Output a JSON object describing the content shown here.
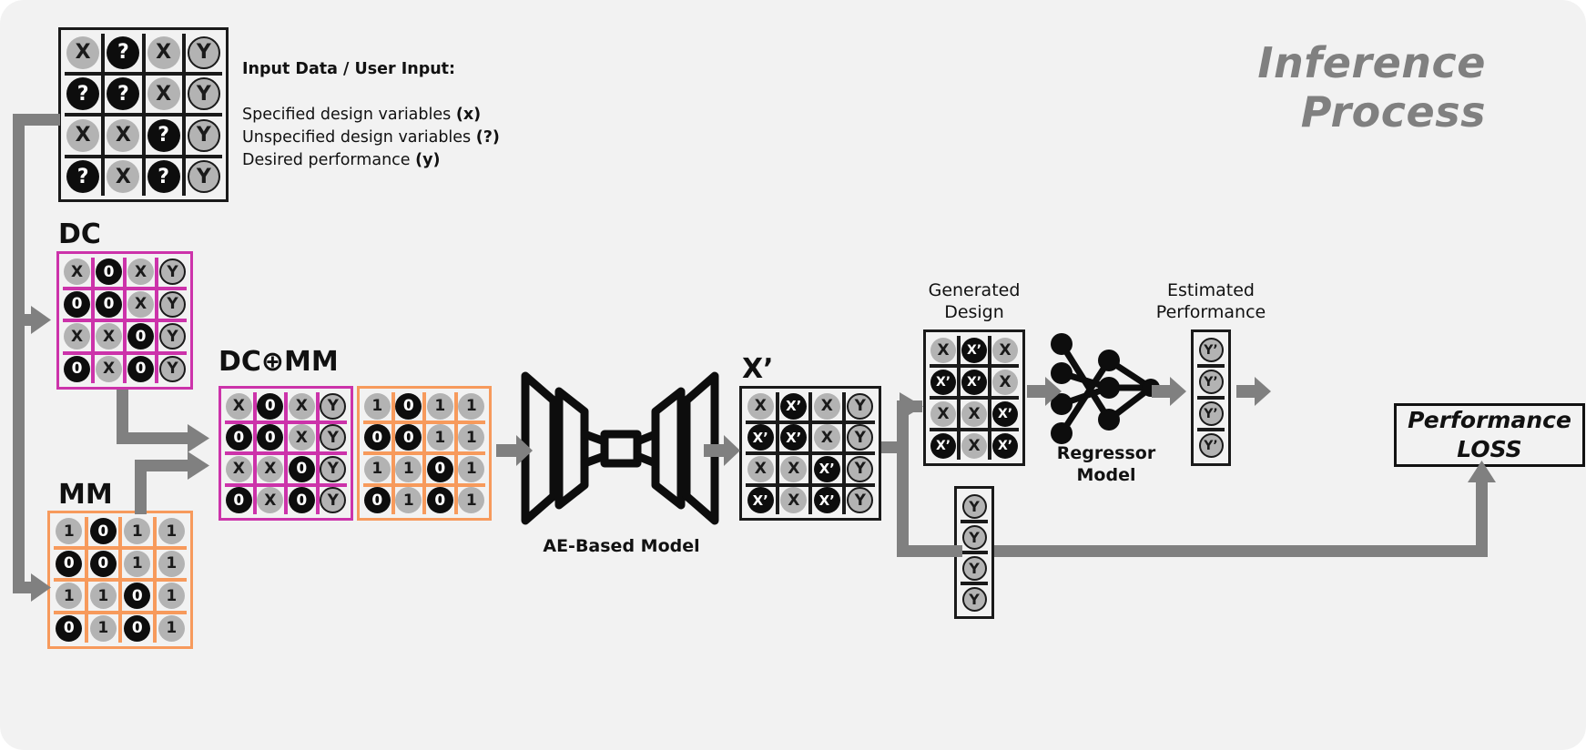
{
  "title": {
    "line1": "Inference",
    "line2": "Process"
  },
  "info": {
    "heading": "Input Data / User Input:",
    "lines": [
      {
        "text": "Specified design variables ",
        "emph": "(x)"
      },
      {
        "text": "Unspecified design variables ",
        "emph": "(?)"
      },
      {
        "text": "Desired performance ",
        "emph": "(y)"
      }
    ]
  },
  "labels": {
    "dc": "DC",
    "mm": "MM",
    "dcmm": "DC⊕MM",
    "xprime": "X’",
    "ae_model": "AE-Based Model",
    "generated_design_l1": "Generated",
    "generated_design_l2": "Design",
    "regressor_l1": "Regressor",
    "regressor_l2": "Model",
    "estimated_perf_l1": "Estimated",
    "estimated_perf_l2": "Performance",
    "loss_l1": "Performance",
    "loss_l2": "LOSS"
  },
  "colors": {
    "background": "#f2f2f2",
    "dc_border": "#cc33aa",
    "mm_border": "#f79a5c",
    "arrow_gray": "#808080",
    "token_gray": "#b3b3b3",
    "token_black": "#0d0d0d",
    "dark": "#111111",
    "title_gray": "#808080"
  },
  "matrices": {
    "input": {
      "border": "#1a1a1a",
      "grid": "#1a1a1a",
      "rows": [
        [
          {
            "t": "X",
            "s": "gray"
          },
          {
            "t": "?",
            "s": "black"
          },
          {
            "t": "X",
            "s": "gray"
          },
          {
            "t": "Y",
            "s": "ycirc"
          }
        ],
        [
          {
            "t": "?",
            "s": "black"
          },
          {
            "t": "?",
            "s": "black"
          },
          {
            "t": "X",
            "s": "gray"
          },
          {
            "t": "Y",
            "s": "ycirc"
          }
        ],
        [
          {
            "t": "X",
            "s": "gray"
          },
          {
            "t": "X",
            "s": "gray"
          },
          {
            "t": "?",
            "s": "black"
          },
          {
            "t": "Y",
            "s": "ycirc"
          }
        ],
        [
          {
            "t": "?",
            "s": "black"
          },
          {
            "t": "X",
            "s": "gray"
          },
          {
            "t": "?",
            "s": "black"
          },
          {
            "t": "Y",
            "s": "ycirc"
          }
        ]
      ]
    },
    "dc": {
      "border": "#cc33aa",
      "grid": "#cc33aa",
      "rows": [
        [
          {
            "t": "X",
            "s": "gray"
          },
          {
            "t": "0",
            "s": "black"
          },
          {
            "t": "X",
            "s": "gray"
          },
          {
            "t": "Y",
            "s": "ycirc"
          }
        ],
        [
          {
            "t": "0",
            "s": "black"
          },
          {
            "t": "0",
            "s": "black"
          },
          {
            "t": "X",
            "s": "gray"
          },
          {
            "t": "Y",
            "s": "ycirc"
          }
        ],
        [
          {
            "t": "X",
            "s": "gray"
          },
          {
            "t": "X",
            "s": "gray"
          },
          {
            "t": "0",
            "s": "black"
          },
          {
            "t": "Y",
            "s": "ycirc"
          }
        ],
        [
          {
            "t": "0",
            "s": "black"
          },
          {
            "t": "X",
            "s": "gray"
          },
          {
            "t": "0",
            "s": "black"
          },
          {
            "t": "Y",
            "s": "ycirc"
          }
        ]
      ]
    },
    "mm": {
      "border": "#f79a5c",
      "grid": "#f79a5c",
      "rows": [
        [
          {
            "t": "1",
            "s": "gray"
          },
          {
            "t": "0",
            "s": "black"
          },
          {
            "t": "1",
            "s": "gray"
          },
          {
            "t": "1",
            "s": "gray"
          }
        ],
        [
          {
            "t": "0",
            "s": "black"
          },
          {
            "t": "0",
            "s": "black"
          },
          {
            "t": "1",
            "s": "gray"
          },
          {
            "t": "1",
            "s": "gray"
          }
        ],
        [
          {
            "t": "1",
            "s": "gray"
          },
          {
            "t": "1",
            "s": "gray"
          },
          {
            "t": "0",
            "s": "black"
          },
          {
            "t": "1",
            "s": "gray"
          }
        ],
        [
          {
            "t": "0",
            "s": "black"
          },
          {
            "t": "1",
            "s": "gray"
          },
          {
            "t": "0",
            "s": "black"
          },
          {
            "t": "1",
            "s": "gray"
          }
        ]
      ]
    },
    "dcmm_left": {
      "border": "#cc33aa",
      "grid": "#cc33aa",
      "rows": [
        [
          {
            "t": "X",
            "s": "gray"
          },
          {
            "t": "0",
            "s": "black"
          },
          {
            "t": "X",
            "s": "gray"
          },
          {
            "t": "Y",
            "s": "ycirc"
          }
        ],
        [
          {
            "t": "0",
            "s": "black"
          },
          {
            "t": "0",
            "s": "black"
          },
          {
            "t": "X",
            "s": "gray"
          },
          {
            "t": "Y",
            "s": "ycirc"
          }
        ],
        [
          {
            "t": "X",
            "s": "gray"
          },
          {
            "t": "X",
            "s": "gray"
          },
          {
            "t": "0",
            "s": "black"
          },
          {
            "t": "Y",
            "s": "ycirc"
          }
        ],
        [
          {
            "t": "0",
            "s": "black"
          },
          {
            "t": "X",
            "s": "gray"
          },
          {
            "t": "0",
            "s": "black"
          },
          {
            "t": "Y",
            "s": "ycirc"
          }
        ]
      ]
    },
    "dcmm_right": {
      "border": "#f79a5c",
      "grid": "#f79a5c",
      "rows": [
        [
          {
            "t": "1",
            "s": "gray"
          },
          {
            "t": "0",
            "s": "black"
          },
          {
            "t": "1",
            "s": "gray"
          },
          {
            "t": "1",
            "s": "gray"
          }
        ],
        [
          {
            "t": "0",
            "s": "black"
          },
          {
            "t": "0",
            "s": "black"
          },
          {
            "t": "1",
            "s": "gray"
          },
          {
            "t": "1",
            "s": "gray"
          }
        ],
        [
          {
            "t": "1",
            "s": "gray"
          },
          {
            "t": "1",
            "s": "gray"
          },
          {
            "t": "0",
            "s": "black"
          },
          {
            "t": "1",
            "s": "gray"
          }
        ],
        [
          {
            "t": "0",
            "s": "black"
          },
          {
            "t": "1",
            "s": "gray"
          },
          {
            "t": "0",
            "s": "black"
          },
          {
            "t": "1",
            "s": "gray"
          }
        ]
      ]
    },
    "xprime": {
      "border": "#1a1a1a",
      "grid": "#1a1a1a",
      "rows": [
        [
          {
            "t": "X",
            "s": "gray"
          },
          {
            "t": "X’",
            "s": "black"
          },
          {
            "t": "X",
            "s": "gray"
          },
          {
            "t": "Y",
            "s": "ycirc"
          }
        ],
        [
          {
            "t": "X’",
            "s": "black"
          },
          {
            "t": "X’",
            "s": "black"
          },
          {
            "t": "X",
            "s": "gray"
          },
          {
            "t": "Y",
            "s": "ycirc"
          }
        ],
        [
          {
            "t": "X",
            "s": "gray"
          },
          {
            "t": "X",
            "s": "gray"
          },
          {
            "t": "X’",
            "s": "black"
          },
          {
            "t": "Y",
            "s": "ycirc"
          }
        ],
        [
          {
            "t": "X’",
            "s": "black"
          },
          {
            "t": "X",
            "s": "gray"
          },
          {
            "t": "X’",
            "s": "black"
          },
          {
            "t": "Y",
            "s": "ycirc"
          }
        ]
      ]
    },
    "generated_design": {
      "border": "#1a1a1a",
      "grid": "#1a1a1a",
      "rows": [
        [
          {
            "t": "X",
            "s": "gray"
          },
          {
            "t": "X’",
            "s": "black"
          },
          {
            "t": "X",
            "s": "gray"
          }
        ],
        [
          {
            "t": "X’",
            "s": "black"
          },
          {
            "t": "X’",
            "s": "black"
          },
          {
            "t": "X",
            "s": "gray"
          }
        ],
        [
          {
            "t": "X",
            "s": "gray"
          },
          {
            "t": "X",
            "s": "gray"
          },
          {
            "t": "X’",
            "s": "black"
          }
        ],
        [
          {
            "t": "X’",
            "s": "black"
          },
          {
            "t": "X",
            "s": "gray"
          },
          {
            "t": "X’",
            "s": "black"
          }
        ]
      ]
    },
    "y_vector": {
      "border": "#1a1a1a",
      "grid": "#1a1a1a",
      "rows": [
        [
          {
            "t": "Y",
            "s": "ycirc"
          }
        ],
        [
          {
            "t": "Y",
            "s": "ycirc"
          }
        ],
        [
          {
            "t": "Y",
            "s": "ycirc"
          }
        ],
        [
          {
            "t": "Y",
            "s": "ycirc"
          }
        ]
      ]
    },
    "estimated_performance": {
      "border": "#1a1a1a",
      "grid": "#1a1a1a",
      "rows": [
        [
          {
            "t": "Y’",
            "s": "ycirc"
          }
        ],
        [
          {
            "t": "Y’",
            "s": "ycirc"
          }
        ],
        [
          {
            "t": "Y’",
            "s": "ycirc"
          }
        ],
        [
          {
            "t": "Y’",
            "s": "ycirc"
          }
        ]
      ]
    }
  }
}
